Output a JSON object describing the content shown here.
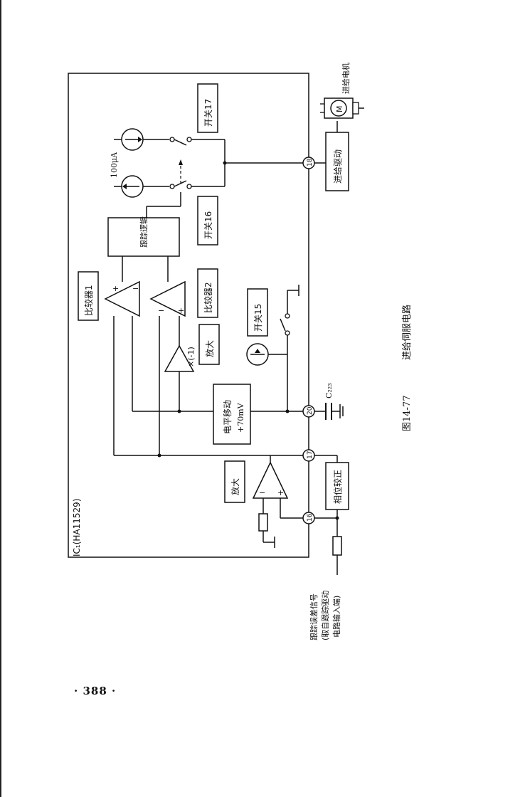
{
  "ic_label": "IC₁(HA11529)",
  "blocks": {
    "tracking_logic": "跟踪逻辑",
    "comparator1": "比较器1",
    "comparator2": "比较器2",
    "level_shift_line1": "电平移动",
    "level_shift_line2": "+70mV",
    "amplifier_inverting": "放大",
    "amplifier_input": "放大",
    "phase_correction": "相位较正",
    "feed_drive": "进给驱动",
    "switch15": "开关15",
    "switch16": "开关16",
    "switch17": "开关17"
  },
  "labels": {
    "current_100ua": "100μA",
    "gain": "×(-1)",
    "capacitor": "C₂₂₃",
    "motor_symbol": "M",
    "motor_label": "进给电机"
  },
  "pins": [
    "16",
    "17",
    "18",
    "20"
  ],
  "input_label": {
    "line1": "跟踪误差信号",
    "line2": "(取自跟踪驱动",
    "line3": "电路输入端)"
  },
  "caption": {
    "figure_no": "图14-77",
    "title": "进给伺服电路"
  },
  "page_number": "· 388 ·"
}
